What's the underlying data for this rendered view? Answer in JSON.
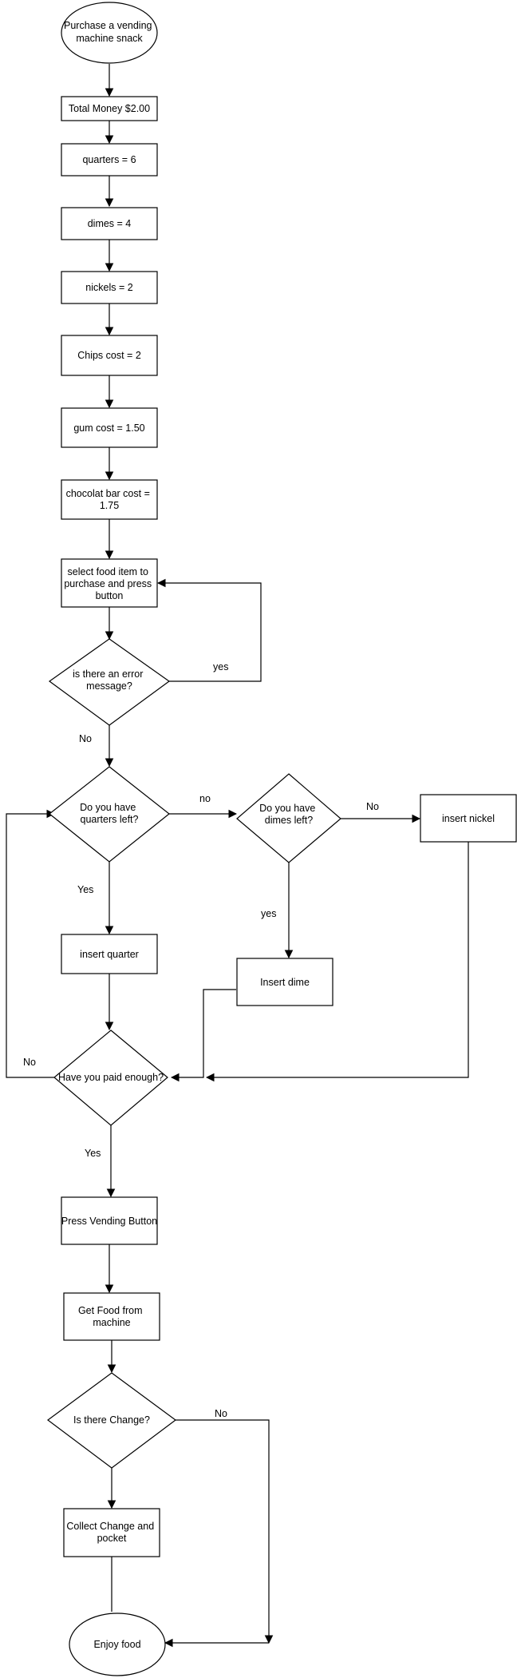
{
  "diagram": {
    "nodes": {
      "start": [
        "Purchase a vending",
        "machine snack"
      ],
      "total_money": [
        "Total Money $2.00"
      ],
      "quarters": [
        "quarters = 6"
      ],
      "dimes": [
        "dimes = 4"
      ],
      "nickels": [
        "nickels = 2"
      ],
      "chips_cost": [
        "Chips cost = 2"
      ],
      "gum_cost": [
        "gum cost  = 1.50"
      ],
      "chocolate_cost": [
        "chocolat bar cost =",
        "1.75"
      ],
      "select_item": [
        "select food item to",
        "purchase and press",
        "button"
      ],
      "error_check": [
        "is there an error",
        "message?"
      ],
      "quarters_left": [
        "Do you have",
        "quarters left?"
      ],
      "dimes_left": [
        "Do you have",
        "dimes left?"
      ],
      "insert_nickel": [
        "insert nickel"
      ],
      "insert_quarter": [
        "insert quarter"
      ],
      "insert_dime": [
        "Insert dime"
      ],
      "paid_enough": [
        "Have you paid enough?"
      ],
      "press_vending": [
        "Press Vending Button"
      ],
      "get_food": [
        "Get Food from",
        "machine"
      ],
      "change_check": [
        "Is there Change?"
      ],
      "collect_change": [
        "Collect Change and",
        "pocket"
      ],
      "enjoy_food": [
        "Enjoy food"
      ]
    },
    "edge_labels": {
      "error_yes": "yes",
      "error_no": "No",
      "quarters_no": "no",
      "quarters_yes": "Yes",
      "dimes_no": "No",
      "dimes_yes": "yes",
      "paid_no": "No",
      "paid_yes": "Yes",
      "change_no": "No"
    },
    "colors": {
      "stroke": "#000000",
      "fill": "#ffffff",
      "text": "#000000"
    }
  }
}
